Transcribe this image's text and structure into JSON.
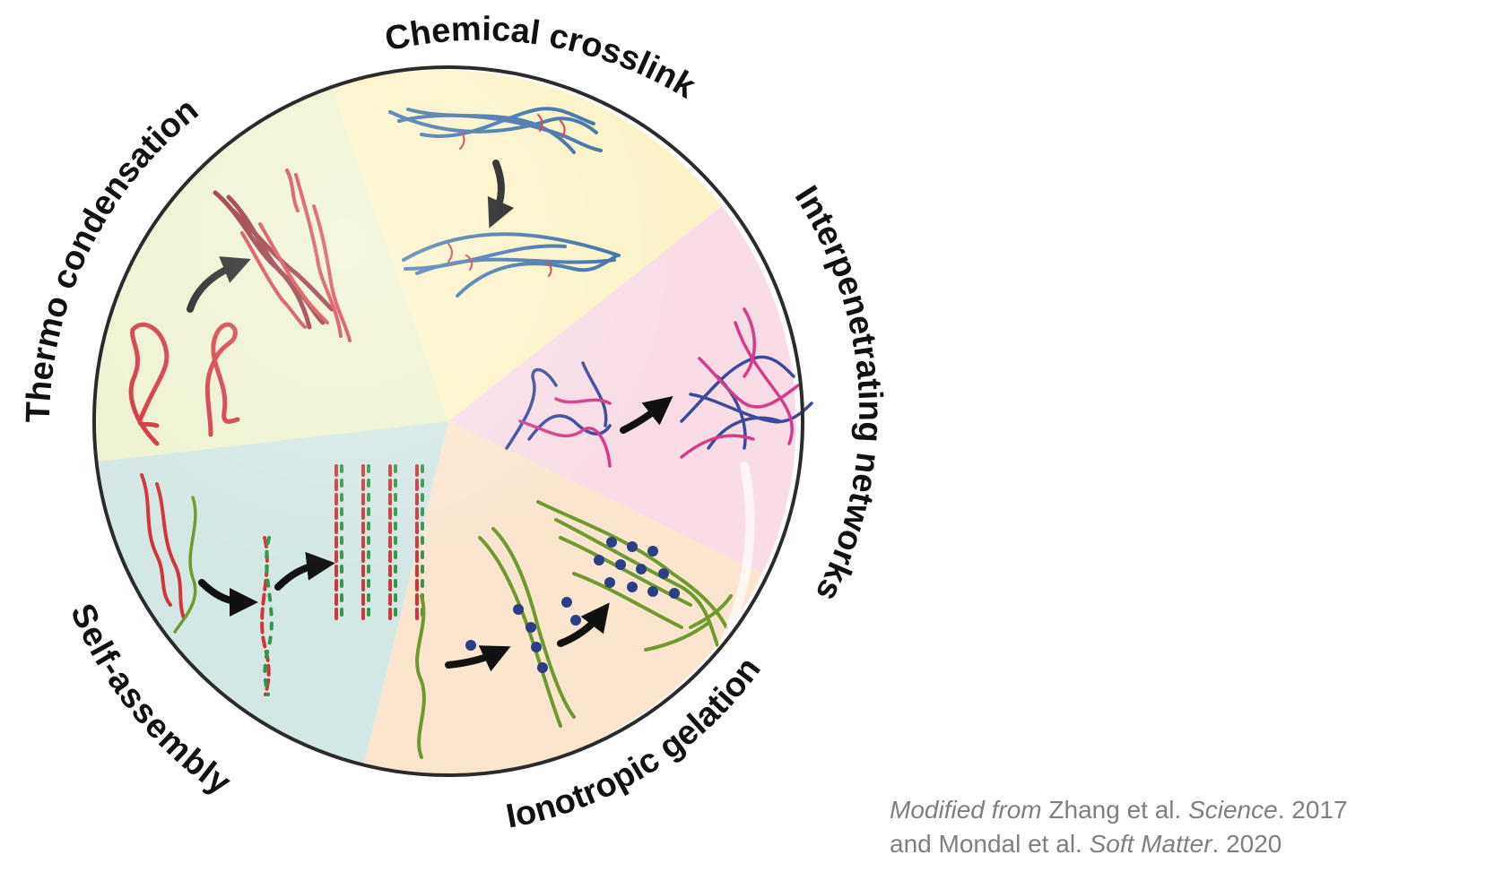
{
  "labels": {
    "chemical_crosslink": "Chemical crosslink",
    "interpenetrating_networks": "Interpenetrating networks",
    "ionotropic_gelation": "Ionotropic gelation",
    "self_assembly": "Self-assembly",
    "thermo_condensation": "Thermo condensation"
  },
  "citation": {
    "line1_italic": "Modified from",
    "line1_authors": " Zhang et al. ",
    "line1_journal": "Science",
    "line1_year": ". 2017",
    "line2_prefix": "and  Mondal et al. ",
    "line2_journal": "Soft Matter",
    "line2_year": ". 2020"
  },
  "colors": {
    "thermo_sector": "#eef2d0",
    "chemical_sector": "#fbf3c6",
    "interpenetrating_sector": "#f8dde6",
    "ionotropic_sector": "#fae6cf",
    "self_assembly_sector": "#d3e7e4",
    "rim": "#2b2b2b",
    "blue_strand": "#3a6fa8",
    "red_strand": "#d2343b",
    "dark_red_strand": "#8e1f2c",
    "magenta_strand": "#d63a8c",
    "navy_strand": "#3c4a9e",
    "green_strand": "#6f9a2e",
    "helix_green": "#2d9a4a",
    "ion_bead": "#2c3f86",
    "arrow": "#111111",
    "citation_text": "#7f7f7f"
  }
}
